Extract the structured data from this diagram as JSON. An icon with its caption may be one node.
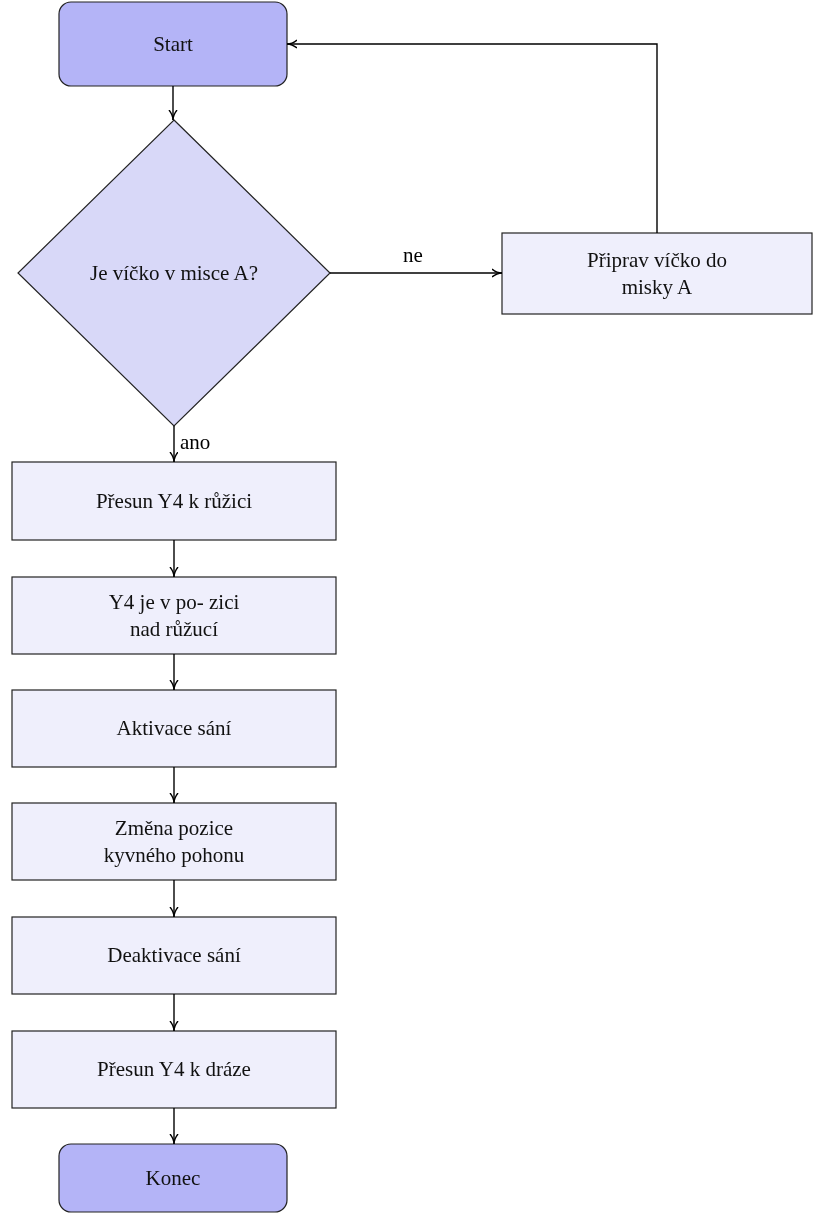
{
  "diagram": {
    "nodes": [
      {
        "text": [
          "Start"
        ]
      },
      {
        "text": [
          "Je víčko v misce A?"
        ]
      },
      {
        "text": [
          "Připrav víčko do misky A"
        ]
      },
      {
        "text": [
          "Přesun Y4 k růžici"
        ]
      },
      {
        "text": [
          "Y4 je v po- zici nad růžucí"
        ]
      },
      {
        "text": [
          "Aktivace sání"
        ]
      },
      {
        "text": [
          "Změna pozice kyvného pohonu"
        ]
      },
      {
        "text": [
          "Deaktivace sání"
        ]
      },
      {
        "text": [
          "Přesun Y4 k dráze"
        ]
      },
      {
        "text": [
          "Konec"
        ]
      }
    ],
    "edges": [
      {
        "from": 0,
        "to": 1,
        "arrow": "to"
      },
      {
        "from": 1,
        "to": 2,
        "arrow": "to",
        "label": "ne"
      },
      {
        "from": 2,
        "to": 0,
        "arrow": "to"
      },
      {
        "from": 1,
        "to": 3,
        "arrow": "to",
        "label": "ano"
      },
      {
        "from": 3,
        "to": 4,
        "arrow": "to"
      },
      {
        "from": 4,
        "to": 5,
        "arrow": "to"
      },
      {
        "from": 5,
        "to": 6,
        "arrow": "to"
      },
      {
        "from": 6,
        "to": 7,
        "arrow": "to"
      },
      {
        "from": 7,
        "to": 8,
        "arrow": "to"
      },
      {
        "from": 8,
        "to": 9,
        "arrow": "to"
      }
    ]
  }
}
